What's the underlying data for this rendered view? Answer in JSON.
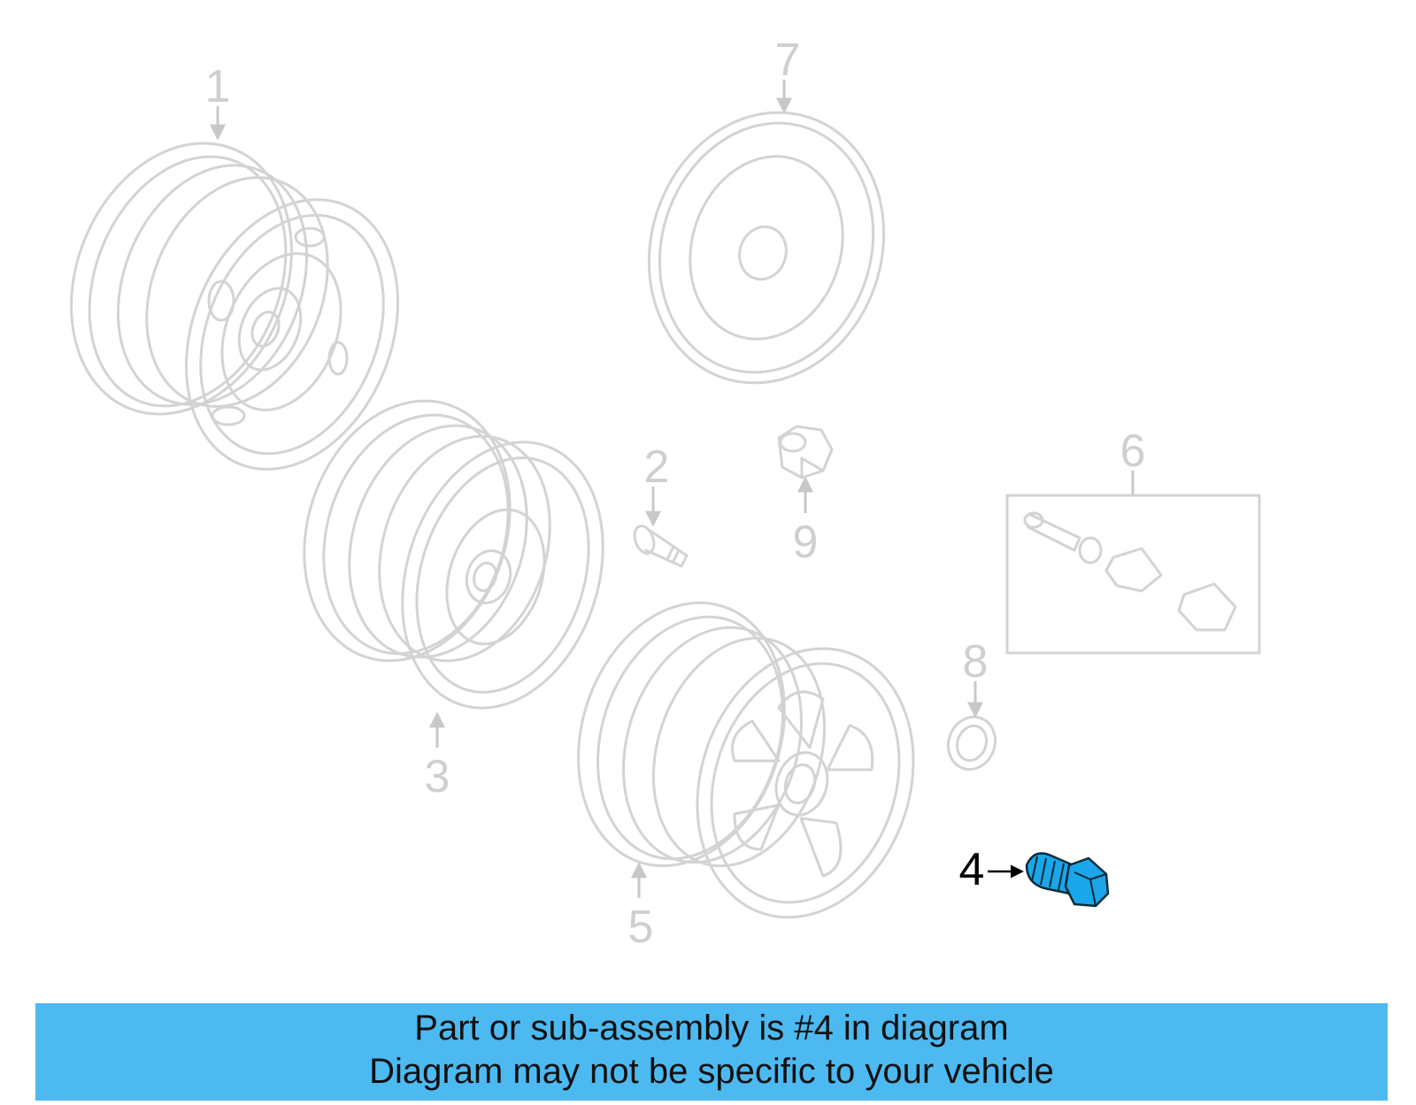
{
  "callouts": {
    "c1": "1",
    "c2": "2",
    "c3": "3",
    "c4": "4",
    "c5": "5",
    "c6": "6",
    "c7": "7",
    "c8": "8",
    "c9": "9"
  },
  "highlighted_part": "4",
  "colors": {
    "highlight_fill": "#1aa6e8",
    "banner_background": "#4db9f1",
    "inactive_line": "#d3d3d3"
  },
  "banner": {
    "line1": "Part or sub-assembly is #4 in diagram",
    "line2": "Diagram may not be specific to your vehicle"
  }
}
